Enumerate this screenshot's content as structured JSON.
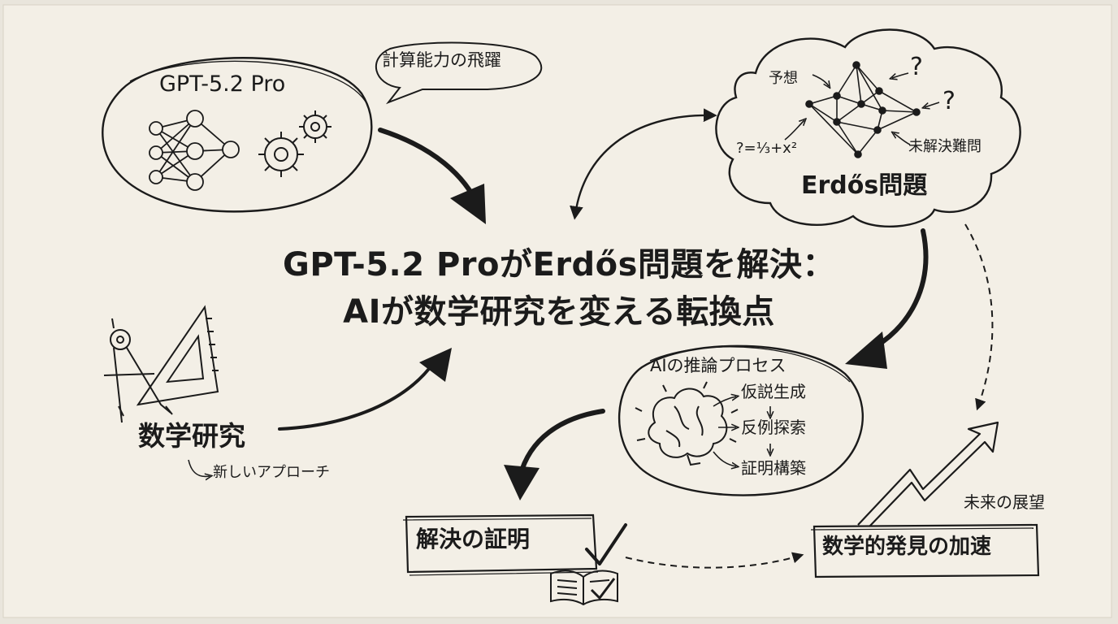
{
  "title": {
    "line1": "GPT-5.2 ProがErdős問題を解決：",
    "line2": "AIが数学研究を変える転換点"
  },
  "gpt_bubble": {
    "label": "GPT-5.2 Pro",
    "speech": "計算能力の飛躍"
  },
  "erdos_cloud": {
    "title": "Erdős問題",
    "conjecture": "予想",
    "unsolved": "未解決難問",
    "question_mark": "?",
    "formula": "?=⅓+x²"
  },
  "ai_reasoning": {
    "title": "AIの推論プロセス",
    "steps": [
      "仮説生成",
      "反例探索",
      "証明構築"
    ]
  },
  "math_research": {
    "label": "数学研究",
    "sub": "新しいアプローチ"
  },
  "proof_box": {
    "label": "解決の証明"
  },
  "acceleration_box": {
    "label": "数学的発見の加速"
  },
  "future": {
    "label": "未来の展望"
  },
  "colors": {
    "paper": "#f3efe6",
    "ink": "#1b1b1b"
  }
}
